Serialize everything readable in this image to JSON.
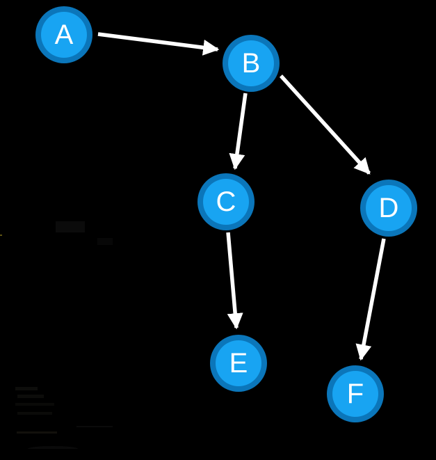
{
  "graph": {
    "type": "directed-graph",
    "background_color": "#000000",
    "node_ring_color": "#0b76ba",
    "node_fill_color": "#18a4f2",
    "node_text_color": "#ffffff",
    "edge_color": "#ffffff",
    "nodes": [
      {
        "id": "A",
        "label": "A"
      },
      {
        "id": "B",
        "label": "B"
      },
      {
        "id": "C",
        "label": "C"
      },
      {
        "id": "D",
        "label": "D"
      },
      {
        "id": "E",
        "label": "E"
      },
      {
        "id": "F",
        "label": "F"
      }
    ],
    "edges": [
      {
        "from": "A",
        "to": "B"
      },
      {
        "from": "B",
        "to": "C"
      },
      {
        "from": "B",
        "to": "D"
      },
      {
        "from": "C",
        "to": "E"
      },
      {
        "from": "D",
        "to": "F"
      }
    ]
  }
}
